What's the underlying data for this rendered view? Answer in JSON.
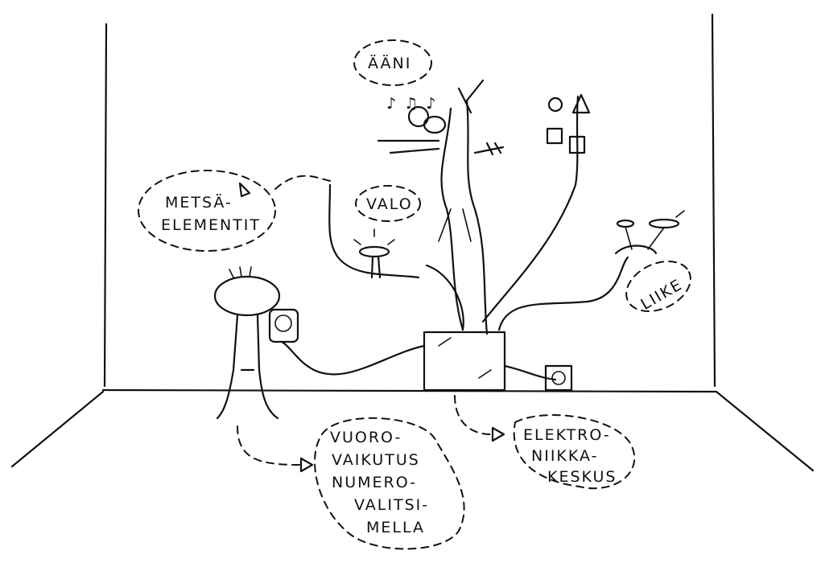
{
  "labels": {
    "sound": "ÄÄNI",
    "forest_elements": [
      "METSÄ-",
      "ELEMENTIT"
    ],
    "light": "VALO",
    "movement": "LIIKE",
    "interaction": [
      "VUORO-",
      "VAIKUTUS",
      "NUMERO-",
      "VALITSI-",
      "MELLA"
    ],
    "electronics": [
      "ELEKTRO-",
      "NIIKKA-",
      "KESKUS"
    ]
  }
}
